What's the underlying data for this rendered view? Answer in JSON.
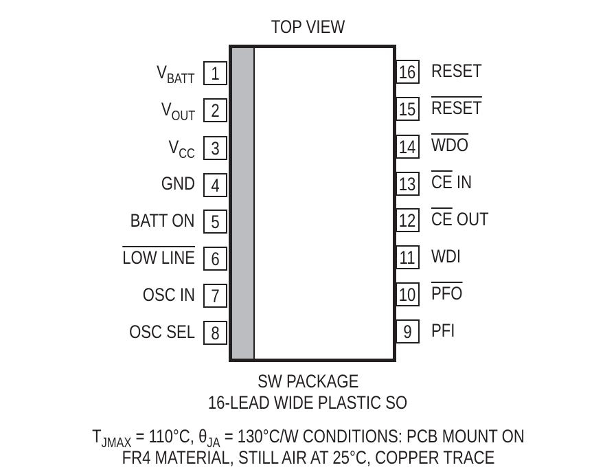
{
  "header": {
    "title": "TOP VIEW"
  },
  "package": {
    "name": "SW PACKAGE",
    "description": "16-LEAD WIDE PLASTIC SO"
  },
  "pins_left": [
    {
      "num": "1",
      "name": "V",
      "sub": "BATT",
      "overbar": false
    },
    {
      "num": "2",
      "name": "V",
      "sub": "OUT",
      "overbar": false
    },
    {
      "num": "3",
      "name": "V",
      "sub": "CC",
      "overbar": false
    },
    {
      "num": "4",
      "name": "GND",
      "sub": "",
      "overbar": false
    },
    {
      "num": "5",
      "name": "BATT ON",
      "sub": "",
      "overbar": false
    },
    {
      "num": "6",
      "name": "LOW LINE",
      "sub": "",
      "overbar": true
    },
    {
      "num": "7",
      "name": "OSC IN",
      "sub": "",
      "overbar": false
    },
    {
      "num": "8",
      "name": "OSC SEL",
      "sub": "",
      "overbar": false
    }
  ],
  "pins_right": [
    {
      "num": "16",
      "name": "RESET",
      "suffix": "",
      "overbar": false
    },
    {
      "num": "15",
      "name": "RESET",
      "suffix": "",
      "overbar": true
    },
    {
      "num": "14",
      "name": "WDO",
      "suffix": "",
      "overbar": true
    },
    {
      "num": "13",
      "name": "CE",
      "suffix": " IN",
      "overbar": true
    },
    {
      "num": "12",
      "name": "CE",
      "suffix": " OUT",
      "overbar": true
    },
    {
      "num": "11",
      "name": "WDI",
      "suffix": "",
      "overbar": false
    },
    {
      "num": "10",
      "name": "PFO",
      "suffix": "",
      "overbar": true
    },
    {
      "num": "9",
      "name": "PFI",
      "suffix": "",
      "overbar": false
    }
  ],
  "thermal": {
    "tj_symbol": "T",
    "tj_sub": "JMAX",
    "tj_value": " = 110°C, ",
    "theta_symbol": "θ",
    "theta_sub": "JA",
    "theta_value": " = 130°C/W CONDITIONS: PCB MOUNT ON",
    "line2": "FR4 MATERIAL, STILL AIR AT 25°C, COPPER TRACE"
  }
}
